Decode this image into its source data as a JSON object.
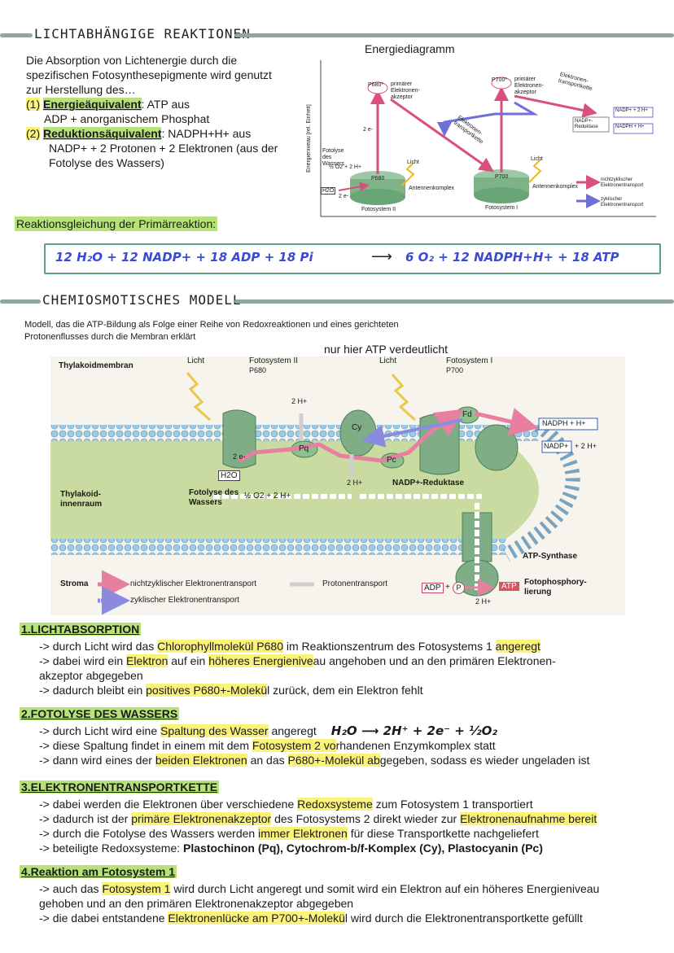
{
  "section1": {
    "title": "LICHTABHÄNGIGE REAKTIONEN"
  },
  "intro": {
    "line1": "Die Absorption von Lichtenergie durch die",
    "line2": "spezifischen Fotosynthesepigmente wird genutzt",
    "line3": "zur Herstellung des…",
    "item1_num": "(1)",
    "item1_term": "Energieäquivalent",
    "item1_rest": ": ATP aus",
    "item1_line2": "ADP + anorganischem Phosphat",
    "item2_num": "(2)",
    "item2_term": "Reduktionsäquivalent",
    "item2_rest": ": NADPH+H+ aus",
    "item2_line2": "NADP+ + 2 Protonen + 2 Elektronen (aus der",
    "item2_line3": "Fotolyse des Wassers)"
  },
  "energy_diagram": {
    "title": "Energiediagramm",
    "yaxis": "Energieniveau [rel. Einheit]",
    "p680_star": "P680*",
    "p700_star": "P700*",
    "primary_acceptor_1": "primärer Elektronen-akzeptor",
    "primary_acceptor_2": "primärer Elektronen-akzeptor",
    "etc_label": "Elektronen-transportkette",
    "etc_label2": "Elektronen-transportkette",
    "photolysis": "Fotolyse des Wassers",
    "half_o2": "½ O2 + 2 H+",
    "h2o": "H2O",
    "two_e": "2 e-",
    "two_e_badge": "2 e-",
    "light1": "Licht",
    "light2": "Licht",
    "p680": "P680",
    "p700": "P700",
    "antenna1": "Antennenkomplex",
    "antenna2": "Antennenkomplex",
    "ps2": "Fotosystem II",
    "ps1": "Fotosystem I",
    "nadp_reductase": "NADP+-Reduktase",
    "nadp_plus": "NADP+ + 2 H+",
    "nadph": "NADPH + H+",
    "legend_noncyclic": "nichtzyklischer Elektronentransport",
    "legend_cyclic": "zyklischer Elektronentransport"
  },
  "reaction": {
    "label": "Reaktionsgleichung der Primärreaktion:",
    "equation_left": "12 H₂O + 12 NADP+ + 18 ADP + 18 Pi",
    "arrow": "⟶",
    "equation_right": "6 O₂ + 12 NADPH+H+ + 18 ATP"
  },
  "section2": {
    "title": "CHEMIOSMOTISCHES MODELL"
  },
  "chemi_intro": {
    "line1": "Modell, das die ATP-Bildung als Folge einer Reihe von Redoxreaktionen und eines gerichteten",
    "line2": "Protonenflusses durch die Membran erklärt"
  },
  "membrane_figure": {
    "note": "nur hier ATP verdeutlicht",
    "thylakoid_membrane": "Thylakoidmembran",
    "light1": "Licht",
    "light2": "Licht",
    "ps2": "Fotosystem II",
    "p680": "P680",
    "ps1": "Fotosystem I",
    "p700": "P700",
    "two_h_top": "2 H+",
    "cy": "Cy",
    "fd": "Fd",
    "pq": "Pq",
    "pc": "Pc",
    "two_e": "2 e-",
    "h2o": "H2O",
    "two_h_mid": "2 H+",
    "nadp_reductase": "NADP+-Reduktase",
    "nadph": "NADPH + H+",
    "nadp_plus": "NADP+",
    "nadp_plus_rest": "+ 2 H+",
    "inner_space": "Thylakoid-innenraum",
    "photolysis": "Fotolyse des Wassers",
    "half_o2": "½ O2 + 2 H+",
    "atp_synthase": "ATP-Synthase",
    "stroma": "Stroma",
    "legend_noncyclic": "nichtzyklischer Elektronentransport",
    "legend_cyclic": "zyklischer Elektronentransport",
    "legend_proton": "Protonentransport",
    "adp": "ADP",
    "plus": "+",
    "pi": "P",
    "atp": "ATP",
    "two_h_bottom": "2 H+",
    "photophos": "Fotophosphory-lierung"
  },
  "steps": [
    {
      "head": "1.LICHTABSORPTION",
      "lines": [
        [
          "-> durch Licht wird das ",
          "Chlorophyllmolekül P680",
          " im Reaktionszentrum des Fotosystems 1 ",
          "angeregt",
          ""
        ],
        [
          "-> dabei wird ein ",
          "Elektron",
          " auf ein ",
          "höheres Energienive",
          "au angehoben und an den primären Elektronen-"
        ],
        [
          "      akzeptor abgegeben",
          "",
          "",
          "",
          ""
        ],
        [
          "-> dadurch bleibt ein ",
          "positives P680+-Molekü",
          "l zurück, dem ein Elektron fehlt",
          "",
          ""
        ]
      ]
    },
    {
      "head": "2.FOTOLYSE DES WASSERS",
      "lines": [
        [
          "-> durch Licht wird eine ",
          "Spaltung des Wasser",
          " angeregt",
          "",
          ""
        ],
        [
          "-> diese Spaltung findet in einem mit dem ",
          "Fotosystem 2 vo",
          "rhandenen Enzymkomplex statt",
          "",
          ""
        ],
        [
          "-> dann wird eines der ",
          "beiden Elektronen",
          " an das ",
          "P680+-Molekül ab",
          "gegeben, sodass es wieder ungeladen ist"
        ]
      ],
      "formula": "H₂O ⟶ 2H⁺ + 2e⁻ + ½O₂"
    },
    {
      "head": "3.ELEKTRONENTRANSPORTKETTE",
      "lines": [
        [
          "-> dabei werden die Elektronen über verschiedene ",
          "Redoxsysteme",
          " zum Fotosystem 1 transportiert",
          "",
          ""
        ],
        [
          "-> dadurch ist der ",
          "primäre Elektronenakzeptor",
          " des Fotosystems 2 direkt wieder zur ",
          "Elektronenaufnahme bereit",
          ""
        ],
        [
          "-> durch die Fotolyse des Wassers werden ",
          "immer Elektronen",
          " für diese Transportkette nachgeliefert",
          "",
          ""
        ],
        [
          "-> beteiligte Redoxsysteme: ",
          "",
          "",
          "",
          ""
        ]
      ],
      "bold_systems": "Plastochinon (Pq), Cytochrom-b/f-Komplex (Cy), Plastocyanin (Pc)"
    },
    {
      "head": "4.Reaktion am Fotosystem 1",
      "lines": [
        [
          "-> auch das ",
          "Fotosystem 1",
          " wird durch Licht angeregt und somit wird ein Elektron auf ein höheres Energieniveau",
          "",
          ""
        ],
        [
          "      gehoben und an den primären Elektronenakzeptor abgegeben",
          "",
          "",
          "",
          ""
        ],
        [
          "-> die dabei entstandene ",
          "Elektronenlücke am P700+-Molekü",
          "l wird durch die Elektronentransportkette gefüllt",
          "",
          ""
        ]
      ]
    }
  ],
  "colors": {
    "accent_green": "#8fa89b",
    "highlight_yellow": "#fbf27a",
    "highlight_green": "#b7e27a",
    "equation_blue": "#3b4bd1",
    "equation_red": "#e2325a",
    "pink_arrow": "#e67fa0"
  }
}
